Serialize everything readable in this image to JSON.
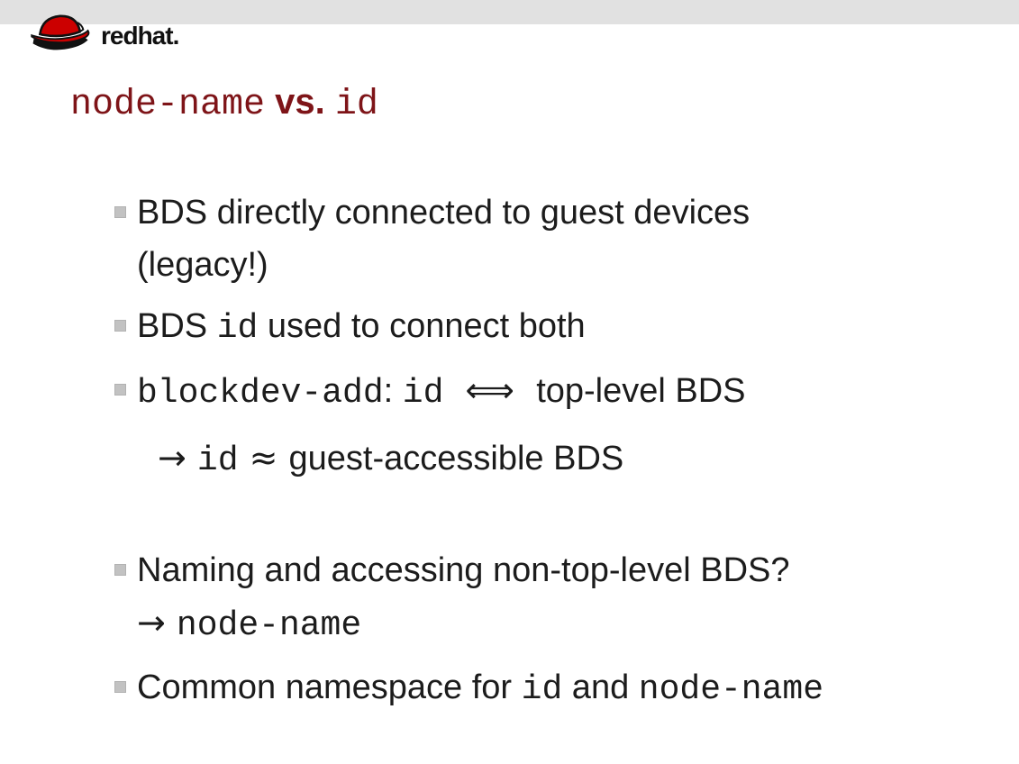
{
  "brand": {
    "red": "red",
    "hat": "hat",
    "dot": "."
  },
  "title": {
    "code_left": "node-name",
    "vs": " vs. ",
    "code_right": "id"
  },
  "content": {
    "lines": [
      {
        "kind": "bullet",
        "segments": [
          {
            "f": "sans",
            "t": "BDS directly connected to guest devices"
          }
        ]
      },
      {
        "kind": "cont",
        "segments": [
          {
            "f": "sans",
            "t": "(legacy!)"
          }
        ]
      },
      {
        "kind": "bullet",
        "segments": [
          {
            "f": "sans",
            "t": "BDS "
          },
          {
            "f": "mono",
            "t": "id"
          },
          {
            "f": "sans",
            "t": " used to connect both"
          }
        ]
      },
      {
        "kind": "bullet",
        "segments": [
          {
            "f": "mono",
            "t": "blockdev-add"
          },
          {
            "f": "sans",
            "t": ": "
          },
          {
            "f": "mono",
            "t": "id"
          },
          {
            "f": "sym",
            "t": "  ⟺  "
          },
          {
            "f": "sans",
            "t": "top-level BDS"
          }
        ]
      },
      {
        "kind": "sub",
        "segments": [
          {
            "f": "sym",
            "t": "→ "
          },
          {
            "f": "mono",
            "t": "id"
          },
          {
            "f": "sym",
            "t": " ≈ "
          },
          {
            "f": "sans",
            "t": "guest-accessible BDS"
          }
        ]
      },
      {
        "kind": "bullet gap-before",
        "segments": [
          {
            "f": "sans",
            "t": "Naming and accessing non-top-level BDS?"
          }
        ]
      },
      {
        "kind": "cont",
        "segments": [
          {
            "f": "sym",
            "t": "→ "
          },
          {
            "f": "mono",
            "t": "node-name"
          }
        ]
      },
      {
        "kind": "bullet",
        "segments": [
          {
            "f": "sans",
            "t": "Common namespace for "
          },
          {
            "f": "mono",
            "t": "id"
          },
          {
            "f": "sans",
            "t": " and "
          },
          {
            "f": "mono",
            "t": "node-name"
          }
        ]
      }
    ]
  },
  "icons": {
    "bullet": "gray-square",
    "logo": "redhat-fedora"
  },
  "colors": {
    "title_color": "#7e1418",
    "band": "#e1e1e1",
    "bullet": "#c2c2c2",
    "bullet_border": "#b2b2b2",
    "ink": "#1c1c1c",
    "hat_red": "#cc0000",
    "logo_black": "#111111",
    "paper": "#ffffff"
  }
}
